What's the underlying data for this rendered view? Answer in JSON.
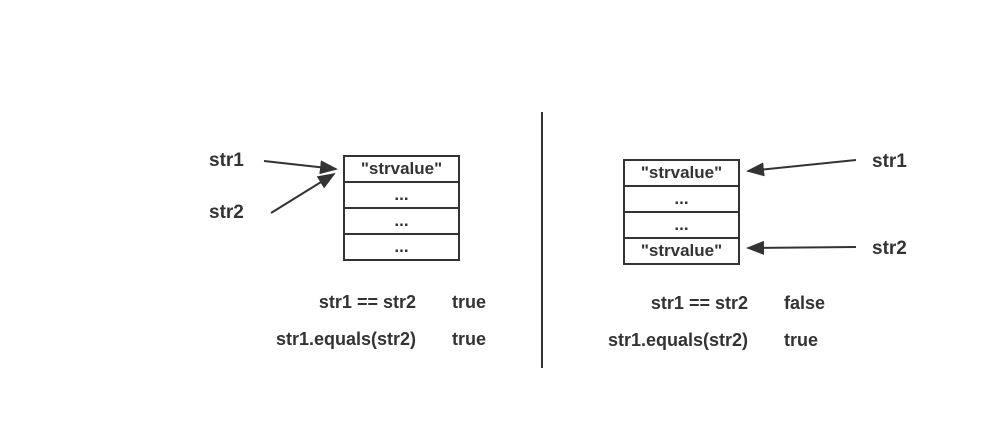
{
  "colors": {
    "ink": "#333333",
    "background": "#ffffff"
  },
  "left_panel": {
    "ref_labels": [
      {
        "label": "str1"
      },
      {
        "label": "str2"
      }
    ],
    "memory_box": {
      "rows": [
        "\"strvalue\"",
        "...",
        "...",
        "..."
      ]
    },
    "comparisons": [
      {
        "expression": "str1 == str2",
        "result": "true"
      },
      {
        "expression": "str1.equals(str2)",
        "result": "true"
      }
    ]
  },
  "right_panel": {
    "ref_labels": [
      {
        "label": "str1"
      },
      {
        "label": "str2"
      }
    ],
    "memory_box": {
      "rows": [
        "\"strvalue\"",
        "...",
        "...",
        "\"strvalue\""
      ]
    },
    "comparisons": [
      {
        "expression": "str1 == str2",
        "result": "false"
      },
      {
        "expression": "str1.equals(str2)",
        "result": "true"
      }
    ]
  }
}
